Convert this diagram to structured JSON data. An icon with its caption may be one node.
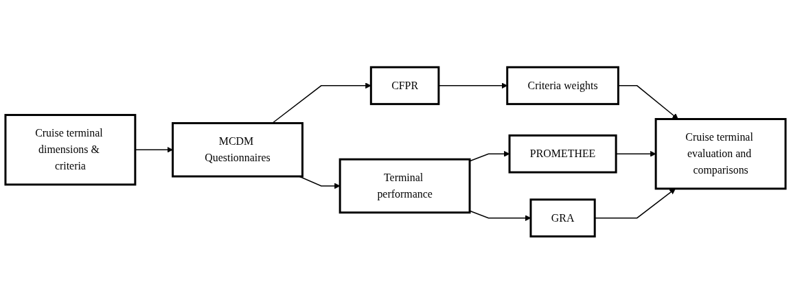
{
  "diagram": {
    "nodes": [
      {
        "text": [
          "Cruise terminal dimensions & criteria"
        ]
      },
      {
        "text": [
          "MCDM Questionnaires"
        ]
      },
      {
        "text": [
          "CFPR"
        ]
      },
      {
        "text": [
          "Criteria weights"
        ]
      },
      {
        "text": [
          "Terminal performance"
        ]
      },
      {
        "text": [
          "PROMETHEE"
        ]
      },
      {
        "text": [
          "GRA"
        ]
      },
      {
        "text": [
          "Cruise terminal evaluation and comparisons"
        ]
      }
    ],
    "edges": [
      {
        "from": 0,
        "to": 1,
        "arrow": "to"
      },
      {
        "from": 1,
        "to": 2,
        "arrow": "to"
      },
      {
        "from": 1,
        "to": 4,
        "arrow": "to"
      },
      {
        "from": 2,
        "to": 3,
        "arrow": "to"
      },
      {
        "from": 3,
        "to": 7,
        "arrow": "to"
      },
      {
        "from": 4,
        "to": 5,
        "arrow": "to"
      },
      {
        "from": 4,
        "to": 6,
        "arrow": "to"
      },
      {
        "from": 5,
        "to": 7,
        "arrow": "to"
      },
      {
        "from": 6,
        "to": 7,
        "arrow": "to"
      }
    ]
  }
}
